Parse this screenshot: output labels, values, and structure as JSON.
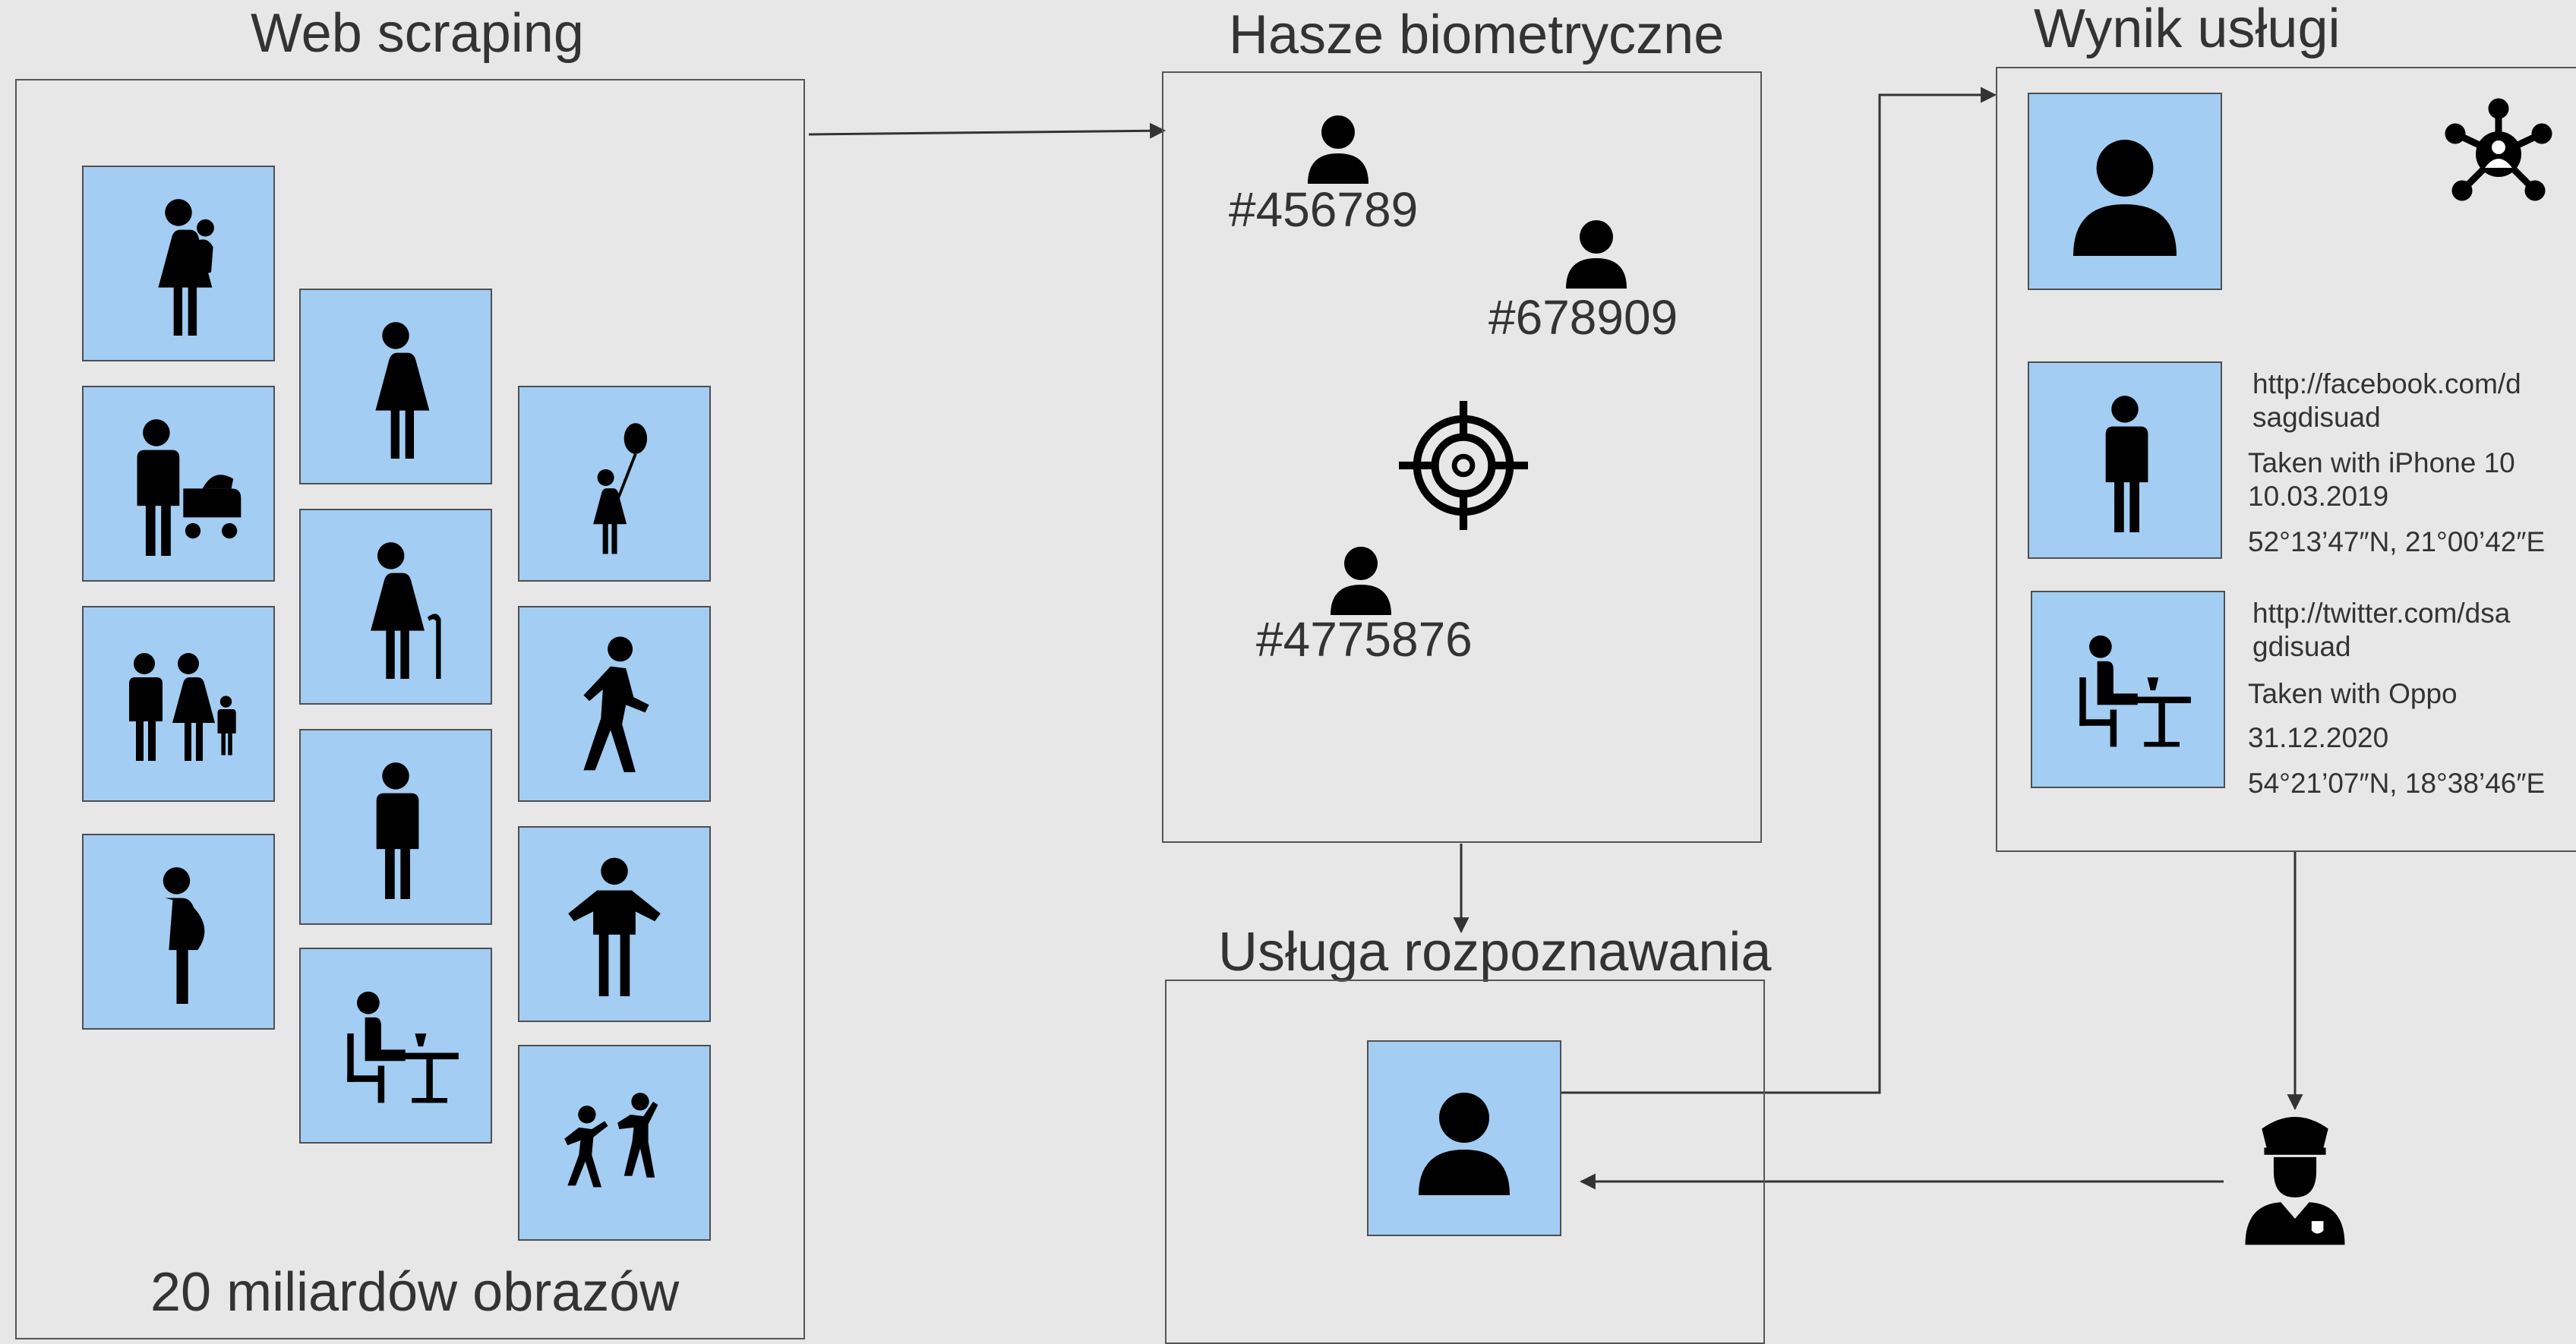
{
  "colors": {
    "tile": "#a3cdf2",
    "line": "#333333",
    "background": "#e7e7e7"
  },
  "web_scraping": {
    "title": "Web scraping",
    "caption": "20 miliardów obrazów",
    "tiles": [
      {
        "icon": "mother-with-baby-icon"
      },
      {
        "icon": "father-with-stroller-icon"
      },
      {
        "icon": "family-icon"
      },
      {
        "icon": "pregnant-woman-icon"
      },
      {
        "icon": "woman-icon"
      },
      {
        "icon": "elderly-woman-icon"
      },
      {
        "icon": "man-icon"
      },
      {
        "icon": "person-at-table-icon"
      },
      {
        "icon": "child-with-balloon-icon"
      },
      {
        "icon": "walking-person-icon"
      },
      {
        "icon": "shrugging-person-icon"
      },
      {
        "icon": "dancing-people-icon"
      }
    ]
  },
  "hashes": {
    "title": "Hasze biometryczne",
    "items": [
      "#456789",
      "#678909",
      "#4775876"
    ],
    "target_icon": "crosshair-icon"
  },
  "recognition": {
    "title": "Usługa rozpoznawania",
    "icon": "user-icon"
  },
  "result": {
    "title": "Wynik usługi",
    "network_icon": "network-icon",
    "entries": [
      {
        "icon": "man-icon",
        "url_line1": "http://facebook.com/d",
        "url_line2": "sagdisuad",
        "device": "Taken with iPhone 10",
        "date": "10.03.2019",
        "coords": "52°13’47″N, 21°00’42″E"
      },
      {
        "icon": "person-at-table-icon",
        "url_line1": "http://twitter.com/dsa",
        "url_line2": "gdisuad",
        "device": "Taken with Oppo",
        "date": "31.12.2020",
        "coords": "54°21’07″N, 18°38’46″E"
      }
    ]
  },
  "officer_icon": "police-officer-icon"
}
